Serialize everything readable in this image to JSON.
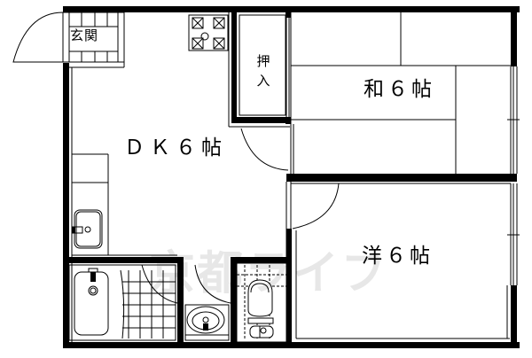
{
  "floor_plan": {
    "rooms": [
      {
        "id": "dk",
        "label": "ＤＫ６帖",
        "type": "dining-kitchen",
        "size_jo": 6
      },
      {
        "id": "washitsu",
        "label": "和６帖",
        "type": "japanese-tatami-room",
        "size_jo": 6
      },
      {
        "id": "yoshitsu",
        "label": "洋６帖",
        "type": "western-room",
        "size_jo": 6
      },
      {
        "id": "genkan",
        "label": "玄関",
        "type": "entrance"
      },
      {
        "id": "oshiire",
        "label": "押入",
        "type": "closet"
      }
    ],
    "fixtures": [
      "kitchen-sink",
      "gas-stove",
      "bathtub",
      "washbasin",
      "toilet"
    ],
    "watermark": "京都ライフ"
  },
  "colors": {
    "wall": "#000000",
    "background": "#ffffff",
    "watermark": "#e6e6e6"
  }
}
